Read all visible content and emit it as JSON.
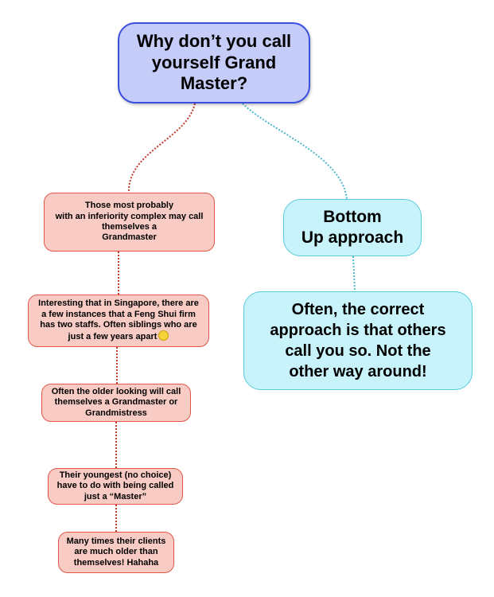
{
  "nodes": {
    "root": "Why don’t you call\nyourself Grand\nMaster?",
    "bottom_up": "Bottom\nUp approach",
    "often": "Often, the correct\napproach is that others\ncall you so. Not the\nother way around!",
    "inferiority": "Those most probably\nwith an inferiority complex may call\nthemselves a\nGrandmaster",
    "singapore": "Interesting that in Singapore, there are\na few instances that a Feng Shui firm\nhas two staffs. Often siblings who are\njust a few years apart",
    "older": "Often the older looking will call\nthemselves a Grandmaster or\nGrandmistress",
    "youngest": "Their youngest (no choice)\nhave to do with being called\njust a “Master”",
    "clients": "Many times their clients\nare much older than\nthemselves! Hahaha"
  },
  "icons": {
    "smiley": "smiley-emoji-icon"
  },
  "colors": {
    "root_fill": "#c4ccf7",
    "root_border": "#3a4fe0",
    "cyan_fill": "#c8f3fa",
    "cyan_border": "#5cc9dd",
    "red_fill": "#f8cbc4",
    "red_border": "#e0574a",
    "red_link": "#c0392b",
    "cyan_link": "#4fb8cc"
  }
}
